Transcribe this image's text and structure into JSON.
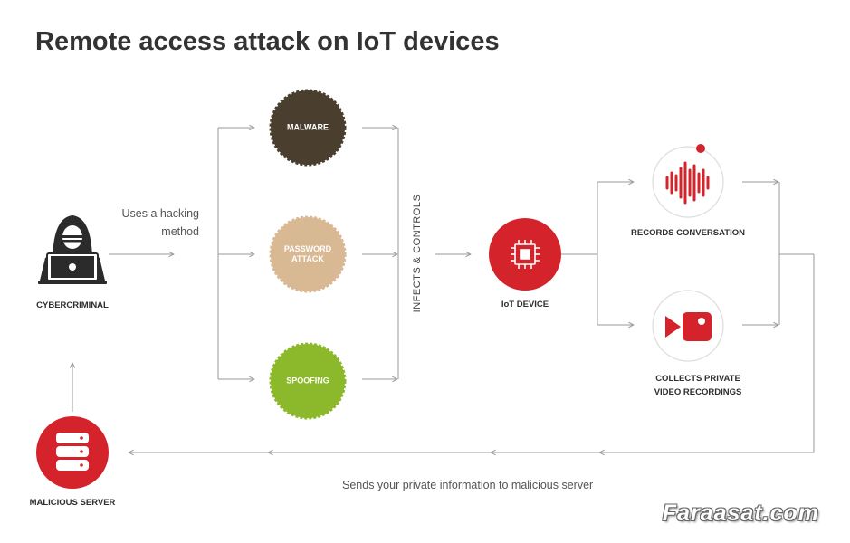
{
  "title": "Remote access attack on IoT devices",
  "labels": {
    "cybercriminal": "CYBERCRIMINAL",
    "hacking_line1": "Uses a hacking",
    "hacking_line2": "method",
    "infects": "INFECTS & CONTROLS",
    "iot_device": "IoT DEVICE",
    "records": "RECORDS CONVERSATION",
    "collects_line1": "COLLECTS PRIVATE",
    "collects_line2": "VIDEO RECORDINGS",
    "malicious_server": "MALICIOUS SERVER",
    "sends": "Sends your private information to malicious server"
  },
  "methods": [
    {
      "line1": "MALWARE",
      "line2": "",
      "color": "#4a3f2f"
    },
    {
      "line1": "PASSWORD",
      "line2": "ATTACK",
      "color": "#d8b994"
    },
    {
      "line1": "SPOOFING",
      "line2": "",
      "color": "#8cb82b"
    }
  ],
  "colors": {
    "accent_red": "#d4232b",
    "arrow": "#9a9a9a",
    "dark": "#2b2b2b"
  },
  "icons": {
    "cybercriminal": "hooded-hacker-laptop-icon",
    "iot": "chip-icon",
    "records": "sound-wave-icon",
    "collects": "video-camera-icon",
    "server": "database-icon"
  },
  "watermark": "Faraasat.com"
}
